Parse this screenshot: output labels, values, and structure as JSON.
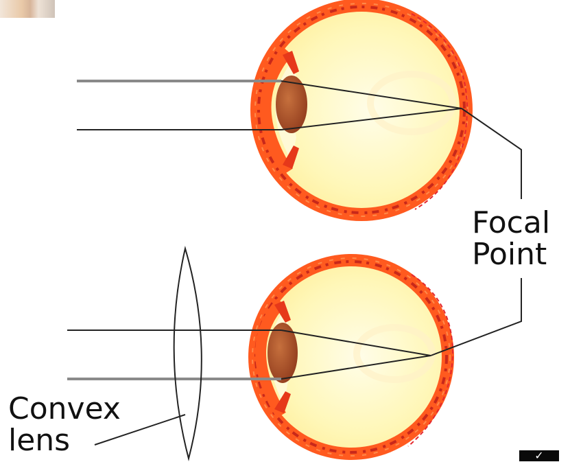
{
  "labels": {
    "focal_point_line1": "Focal",
    "focal_point_line2": "Point",
    "convex_lens_line1": "Convex",
    "convex_lens_line2": "lens"
  },
  "colors": {
    "sclera": "#ff5a1f",
    "sclera_inner": "#e6381a",
    "vitreous": "#fffbc8",
    "lens": "#b2552d",
    "ray": "#222222",
    "ray_gray": "#8a8a8a",
    "dashed_outline": "#e4282e",
    "vessel": "#c8281a"
  },
  "icons": {
    "corner_thumbnail": "photo-thumbnail-icon",
    "corner_badge": "check-mark-icon"
  },
  "badge_glyph": "✓"
}
